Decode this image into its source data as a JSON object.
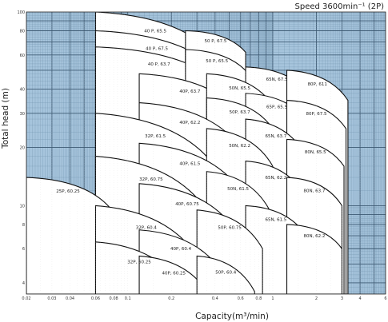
{
  "chart_data": {
    "type": "area",
    "subtitle": "Speed  3600min⁻¹ (2P)",
    "xlabel": "Capacity(m³/min)",
    "ylabel": "Total head  (m)",
    "x_scale": "log",
    "y_scale": "log",
    "xlim": [
      0.02,
      6
    ],
    "ylim": [
      3.5,
      100
    ],
    "grid": true,
    "x_ticks": [
      {
        "value": 0.02,
        "label": "0.02"
      },
      {
        "value": 0.03,
        "label": "0.03"
      },
      {
        "value": 0.04,
        "label": "0.04"
      },
      {
        "value": 0.06,
        "label": "0.06"
      },
      {
        "value": 0.08,
        "label": "0.08"
      },
      {
        "value": 0.1,
        "label": "0.1"
      },
      {
        "value": 0.2,
        "label": "0.2"
      },
      {
        "value": 0.4,
        "label": "0.4"
      },
      {
        "value": 0.6,
        "label": "0.6"
      },
      {
        "value": 0.8,
        "label": "0.8"
      },
      {
        "value": 1,
        "label": "1"
      },
      {
        "value": 2,
        "label": "2"
      },
      {
        "value": 3,
        "label": "3"
      },
      {
        "value": 4,
        "label": "4"
      },
      {
        "value": 6,
        "label": "6"
      }
    ],
    "y_ticks": [
      {
        "value": 100,
        "label": "100"
      },
      {
        "value": 80,
        "label": "80"
      },
      {
        "value": 60,
        "label": "60"
      },
      {
        "value": 40,
        "label": "40"
      },
      {
        "value": 30,
        "label": "30"
      },
      {
        "value": 20,
        "label": "20"
      },
      {
        "value": 10,
        "label": "10"
      },
      {
        "value": 8,
        "label": "8"
      },
      {
        "value": 6,
        "label": "6"
      },
      {
        "value": 4,
        "label": "4"
      }
    ],
    "zones": [
      {
        "label": "25P, 60.25",
        "q_min": 0.02,
        "q_max": 0.075,
        "h_left": 14,
        "h_right": 9.8
      },
      {
        "label": "32P, 60.25",
        "q_min": 0.06,
        "q_max": 0.24,
        "h_left": 6.5,
        "h_right": 3.8
      },
      {
        "label": "32P, 60.4",
        "q_min": 0.06,
        "q_max": 0.3,
        "h_left": 10,
        "h_right": 5.5
      },
      {
        "label": "32P, 60.75",
        "q_min": 0.06,
        "q_max": 0.35,
        "h_left": 18,
        "h_right": 9.5
      },
      {
        "label": "32P, 61.5",
        "q_min": 0.06,
        "q_max": 0.4,
        "h_left": 30,
        "h_right": 16
      },
      {
        "label": "40P, 60.25",
        "q_min": 0.12,
        "q_max": 0.36,
        "h_left": 5.5,
        "h_right": 3.5
      },
      {
        "label": "40P, 60.4",
        "q_min": 0.12,
        "q_max": 0.45,
        "h_left": 7.5,
        "h_right": 4.5
      },
      {
        "label": "40P, 60.75",
        "q_min": 0.12,
        "q_max": 0.55,
        "h_left": 13,
        "h_right": 7.5
      },
      {
        "label": "40P, 61.5",
        "q_min": 0.12,
        "q_max": 0.6,
        "h_left": 21,
        "h_right": 12
      },
      {
        "label": "40P, 62.2",
        "q_min": 0.12,
        "q_max": 0.6,
        "h_left": 34,
        "h_right": 20
      },
      {
        "label": "40P, 63.7",
        "q_min": 0.12,
        "q_max": 0.6,
        "h_left": 48,
        "h_right": 30
      },
      {
        "label": "40 P, 65.5",
        "q_min": 0.06,
        "q_max": 0.4,
        "h_left": 100,
        "h_right": 60
      },
      {
        "label": "40 P, 67.5",
        "q_min": 0.06,
        "q_max": 0.42,
        "h_left": 80,
        "h_right": 50
      },
      {
        "label": "40 P, 63.7",
        "q_min": 0.06,
        "q_max": 0.45,
        "h_left": 66,
        "h_right": 42
      },
      {
        "label": "50 P, 67.5",
        "q_min": 0.25,
        "q_max": 0.65,
        "h_left": 80,
        "h_right": 62
      },
      {
        "label": "50 P, 65.5",
        "q_min": 0.25,
        "q_max": 0.68,
        "h_left": 64,
        "h_right": 48
      },
      {
        "label": "50P, 60.4",
        "q_min": 0.3,
        "q_max": 0.75,
        "h_left": 5.5,
        "h_right": 3.6
      },
      {
        "label": "50P, 60.75",
        "q_min": 0.3,
        "q_max": 0.85,
        "h_left": 9.5,
        "h_right": 6
      },
      {
        "label": "50N, 61.5",
        "q_min": 0.35,
        "q_max": 0.95,
        "h_left": 15,
        "h_right": 9.5
      },
      {
        "label": "50N, 62.2",
        "q_min": 0.35,
        "q_max": 1.0,
        "h_left": 25,
        "h_right": 16
      },
      {
        "label": "50P, 63.7",
        "q_min": 0.35,
        "q_max": 1.0,
        "h_left": 36,
        "h_right": 25
      },
      {
        "label": "50N, 65.5",
        "q_min": 0.35,
        "q_max": 1.0,
        "h_left": 48,
        "h_right": 33
      },
      {
        "label": "65N, 61.5",
        "q_min": 0.65,
        "q_max": 1.7,
        "h_left": 10,
        "h_right": 7
      },
      {
        "label": "65N, 62.2",
        "q_min": 0.65,
        "q_max": 1.7,
        "h_left": 17,
        "h_right": 11
      },
      {
        "label": "65N, 63.7",
        "q_min": 0.65,
        "q_max": 1.7,
        "h_left": 28,
        "h_right": 18
      },
      {
        "label": "65P, 65.5",
        "q_min": 0.65,
        "q_max": 1.75,
        "h_left": 38,
        "h_right": 27
      },
      {
        "label": "65N, 67.5",
        "q_min": 0.65,
        "q_max": 1.75,
        "h_left": 52,
        "h_right": 38
      },
      {
        "label": "80N, 62.2",
        "q_min": 1.25,
        "q_max": 3.0,
        "h_left": 8,
        "h_right": 6
      },
      {
        "label": "80N, 63.7",
        "q_min": 1.25,
        "q_max": 3.0,
        "h_left": 14,
        "h_right": 10
      },
      {
        "label": "80N, 65.5",
        "q_min": 1.25,
        "q_max": 3.1,
        "h_left": 22,
        "h_right": 16
      },
      {
        "label": "80P, 67.5",
        "q_min": 1.25,
        "q_max": 3.2,
        "h_left": 35,
        "h_right": 25
      },
      {
        "label": "80P, 611",
        "q_min": 1.25,
        "q_max": 3.3,
        "h_left": 50,
        "h_right": 35
      }
    ]
  },
  "colors": {
    "grid_bg": "#a6c4dc",
    "grid_minor": "#6d8faa",
    "grid_major": "#3d5a73",
    "zone_fill": "#ffffff",
    "zone_grid": "#b8b8b8",
    "curve": "#111111"
  }
}
